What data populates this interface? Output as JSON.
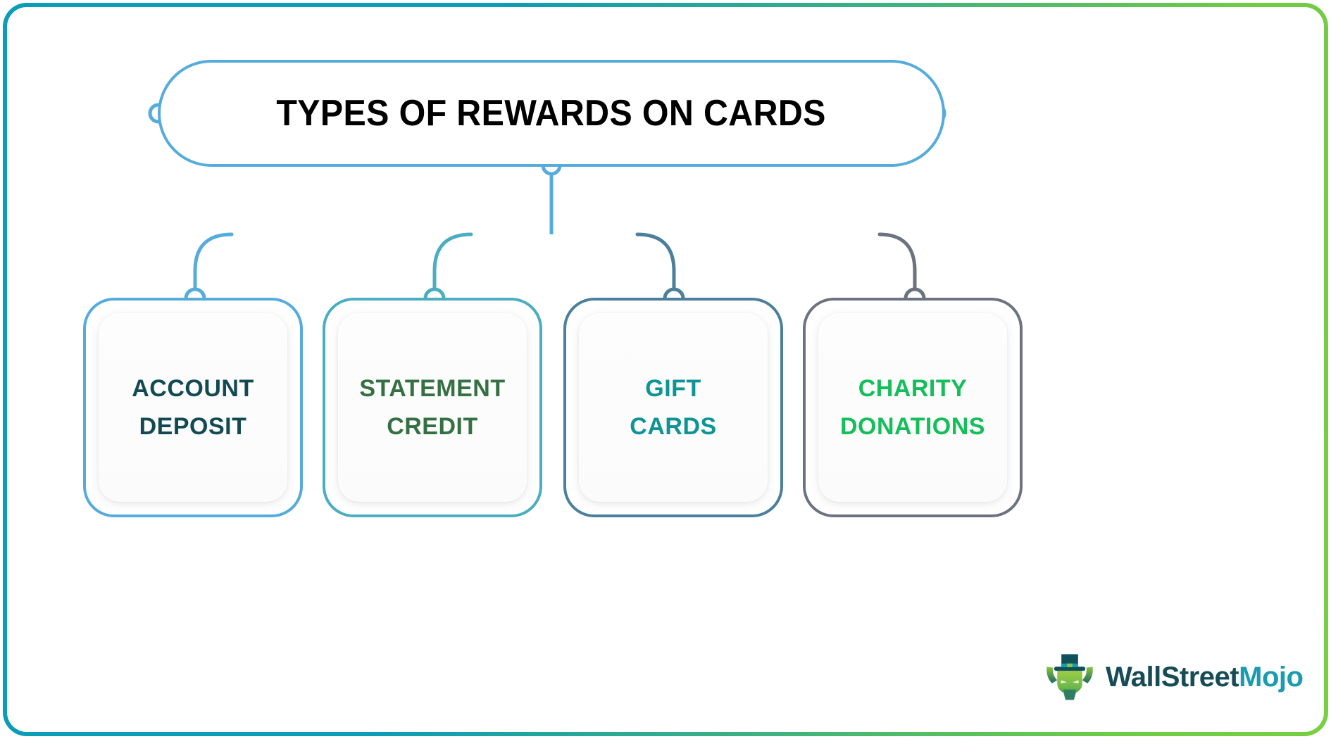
{
  "frame": {
    "gradient_start": "#0b9cb6",
    "gradient_end": "#78cf41"
  },
  "title": {
    "text": "TYPES OF REWARDS ON CARDS",
    "border_color": "#55acdc",
    "text_color": "#000000"
  },
  "connectors": {
    "root_color": "#55acdc",
    "bar_stops": [
      "#55acdc",
      "#4aaec0",
      "#4b7f9b",
      "#6b7280"
    ],
    "node_fill": "#ffffff"
  },
  "cards": [
    {
      "label": "ACCOUNT\nDEPOSIT",
      "line1": "ACCOUNT",
      "line2": "DEPOSIT",
      "border_color": "#55acdc",
      "text_color": "#134a52",
      "node_color": "#55acdc"
    },
    {
      "label": "STATEMENT\nCREDIT",
      "line1": "STATEMENT",
      "line2": "CREDIT",
      "border_color": "#4aaec0",
      "text_color": "#357042",
      "node_color": "#4aaec0"
    },
    {
      "label": "GIFT\nCARDS",
      "line1": "GIFT",
      "line2": "CARDS",
      "border_color": "#4b7f9b",
      "text_color": "#0e9494",
      "node_color": "#4b7f9b"
    },
    {
      "label": "CHARITY\nDONATIONS",
      "line1": "CHARITY",
      "line2": "DONATIONS",
      "border_color": "#6b7280",
      "text_color": "#14be5a",
      "node_color": "#6b7280"
    }
  ],
  "logo": {
    "word_part1": "WallStreet",
    "word_part2": "Mojo",
    "color_part1": "#154c55",
    "color_part2": "#1b9bb0",
    "mark": "bull-tophat-icon"
  }
}
